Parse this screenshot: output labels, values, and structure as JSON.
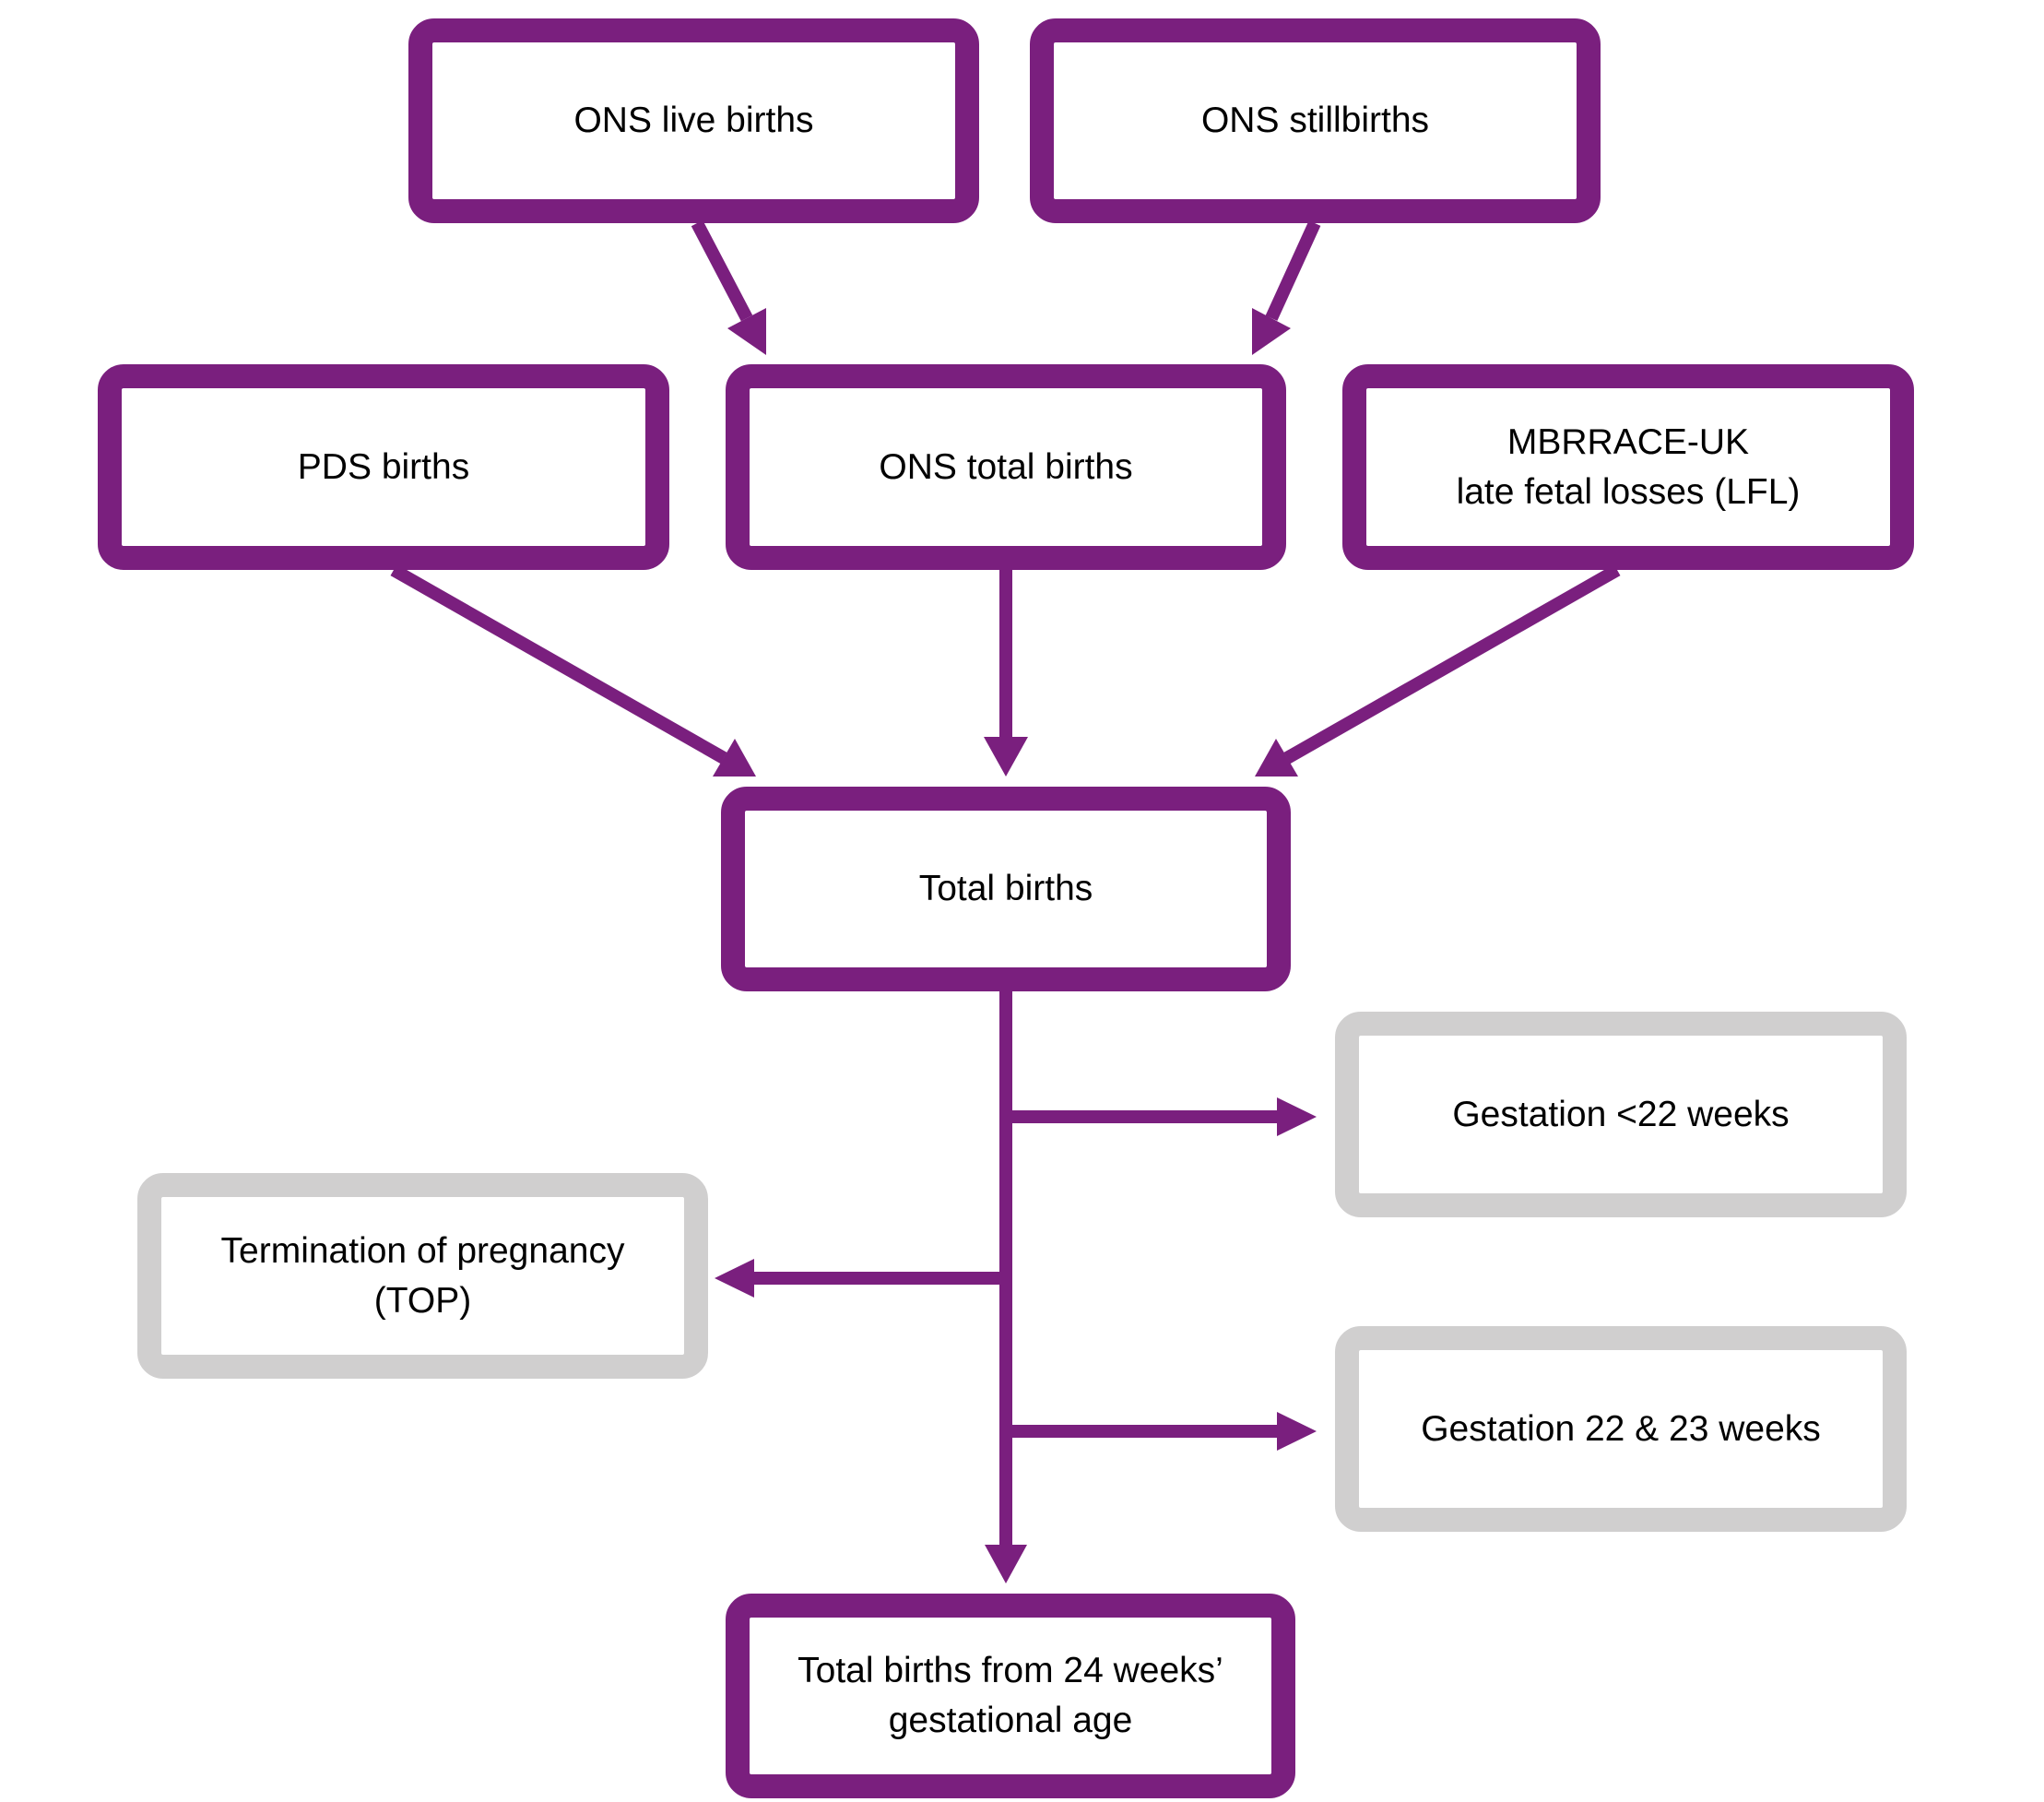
{
  "colors": {
    "primary": "#7a1f7e",
    "excluded": "#d0cfcf",
    "text": "#000000",
    "background": "#ffffff"
  },
  "nodes": {
    "ons_live_births": {
      "lines": [
        "ONS live births"
      ],
      "style": "primary"
    },
    "ons_stillbirths": {
      "lines": [
        "ONS stillbirths"
      ],
      "style": "primary"
    },
    "pds_births": {
      "lines": [
        "PDS births"
      ],
      "style": "primary"
    },
    "ons_total_births": {
      "lines": [
        "ONS total births"
      ],
      "style": "primary"
    },
    "mbrrace_lfl": {
      "lines": [
        "MBRRACE-UK",
        "late fetal losses (LFL)"
      ],
      "style": "primary"
    },
    "total_births": {
      "lines": [
        "Total births"
      ],
      "style": "primary"
    },
    "gestation_under_22": {
      "lines": [
        "Gestation <22 weeks"
      ],
      "style": "excluded"
    },
    "termination_of_pregnancy": {
      "lines": [
        "Termination of pregnancy",
        "(TOP)"
      ],
      "style": "excluded"
    },
    "gestation_22_23": {
      "lines": [
        "Gestation 22 & 23 weeks"
      ],
      "style": "excluded"
    },
    "total_births_24_weeks": {
      "lines": [
        "Total births from 24 weeks’",
        "gestational age"
      ],
      "style": "primary"
    }
  },
  "edges": [
    {
      "from": "ons_live_births",
      "to": "ons_total_births"
    },
    {
      "from": "ons_stillbirths",
      "to": "ons_total_births"
    },
    {
      "from": "pds_births",
      "to": "total_births"
    },
    {
      "from": "ons_total_births",
      "to": "total_births"
    },
    {
      "from": "mbrrace_lfl",
      "to": "total_births"
    },
    {
      "from": "total_births",
      "to": "gestation_under_22"
    },
    {
      "from": "total_births",
      "to": "termination_of_pregnancy"
    },
    {
      "from": "total_births",
      "to": "gestation_22_23"
    },
    {
      "from": "total_births",
      "to": "total_births_24_weeks"
    }
  ]
}
